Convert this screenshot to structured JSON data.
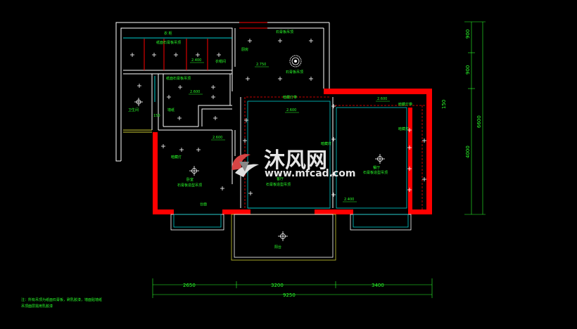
{
  "drawing": {
    "colors": {
      "background": "#000000",
      "wall": "#ffffff",
      "new_wall": "#ff0000",
      "ceiling_line": "#00cccc",
      "balcony": "#cccc33",
      "text": "#2aff2a",
      "fixture": "#ffffff"
    },
    "room_labels": {
      "top_wardrobe": "衣 柜",
      "top_cabinet": "纸面石膏板吊顶",
      "top_closet": "衣帽间",
      "upper_right": "石膏板吊顶",
      "upper_right_2": "厨房",
      "mid_cabinet": "纸面石膏板吊顶",
      "bath_left": "卫生间",
      "side_left": "墙纸",
      "lamp_strip": "暗藏灯",
      "bedroom_left": "卧室",
      "bedroom_left_2": "石膏板造型吊顶",
      "bedroom_left_3": "台面",
      "living_top": "暗藏灯带",
      "living_room": "客厅",
      "living_room_2": "石膏板造型吊顶",
      "living_side": "暗藏灯",
      "dining": "餐厅",
      "dining_2": "石膏板造型吊顶",
      "dining_side": "暗藏灯带",
      "dining_side_2": "暗藏灯",
      "balcony": "阳台"
    },
    "elevations": {
      "e1": "2.400",
      "e2": "2.750",
      "e3": "2.600",
      "e4": "2.600",
      "e5": "2.600",
      "e6": "2.600",
      "e7": "2.400"
    },
    "dimensions": {
      "seg1": "2650",
      "seg2": "3200",
      "seg3": "3400",
      "total": "9250",
      "right_1": "900",
      "right_2": "900",
      "right_3": "4000",
      "right_total": "6600",
      "side_mark": "150",
      "mid_mark": "150"
    },
    "note": {
      "line1": "注：所有吊顶为纸面石膏板，刷乳胶漆，墙面贴墙纸",
      "line2": "吊顶面层需用乳胶漆"
    },
    "watermark": {
      "cn": "沐风网",
      "url": "www.mfcad.com"
    },
    "icons": {
      "light": "ceiling-light-icon",
      "chandelier": "chandelier-icon",
      "fan": "exhaust-fan-icon",
      "logo": "mfcad-logo-icon"
    }
  }
}
